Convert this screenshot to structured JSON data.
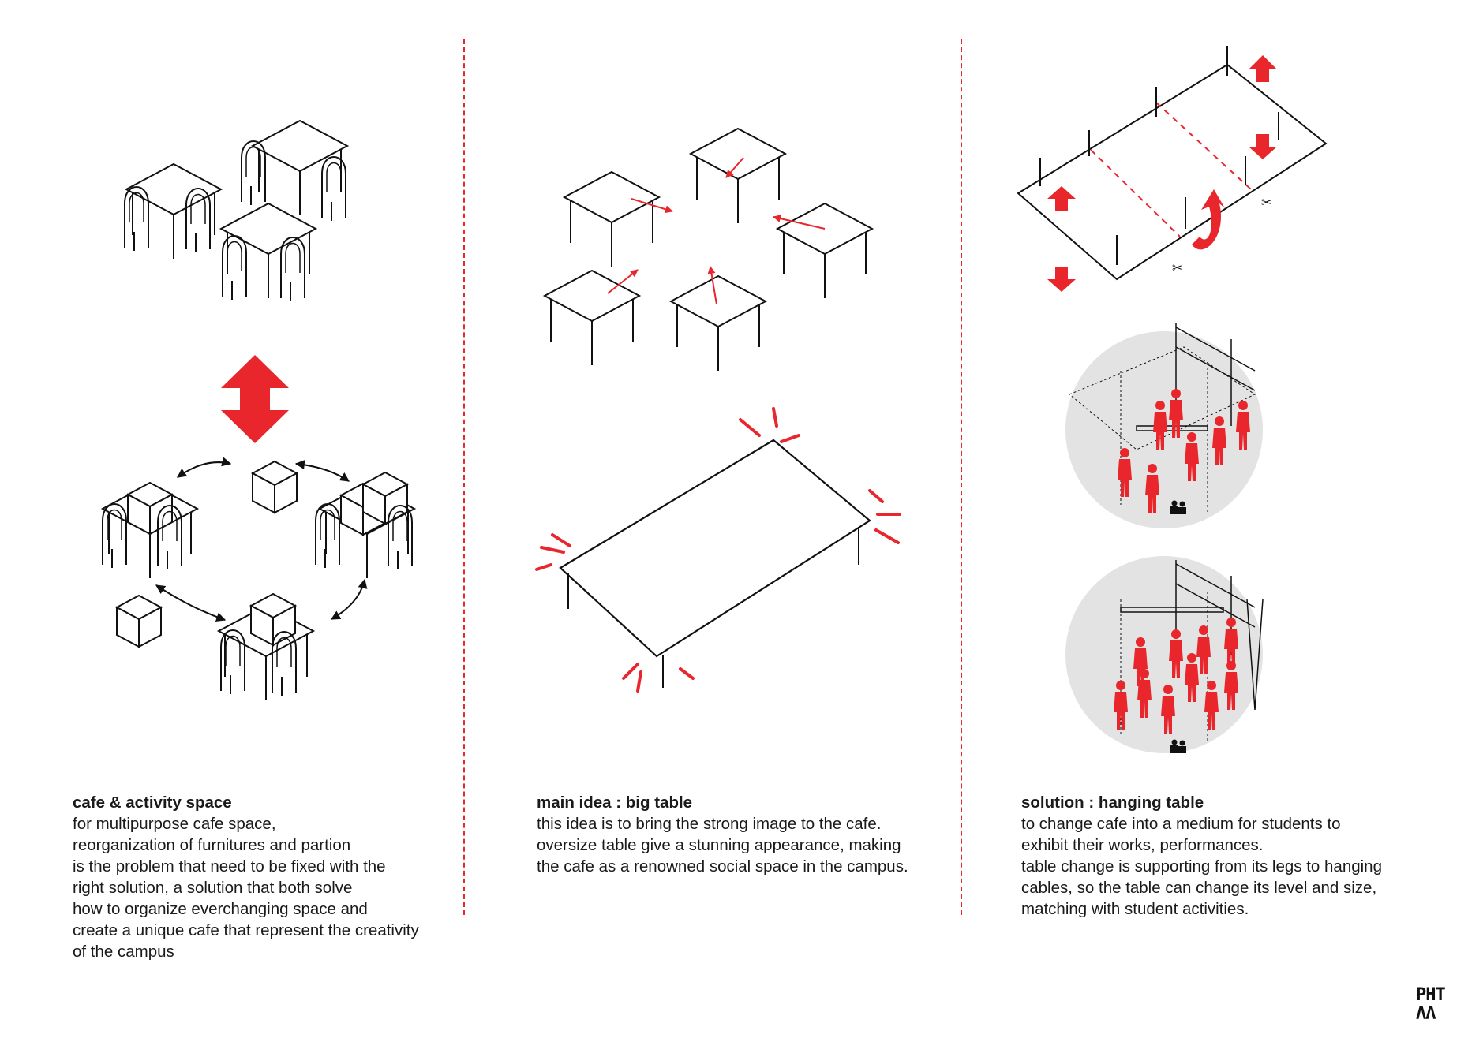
{
  "colors": {
    "accent": "#e8262b",
    "ink": "#111111",
    "shade": "#e3e3e3"
  },
  "panels": [
    {
      "title": "cafe & activity space",
      "lines": [
        "for multipurpose cafe space,",
        "reorganization of furnitures and partion",
        "is the problem that need to be fixed with the",
        "right solution, a solution that both solve",
        "how to organize everchanging space and",
        "create a unique cafe that represent the creativity",
        "of the campus"
      ]
    },
    {
      "title": "main idea : big table",
      "lines": [
        "this idea is to bring the strong image to the cafe.",
        "oversize table give a stunning appearance, making",
        "the cafe as a renowned social space in the campus."
      ]
    },
    {
      "title": "solution : hanging table",
      "lines": [
        "to change cafe into a medium for students to",
        "exhibit their works, performances.",
        "table change is supporting from its legs to hanging",
        "cables, so the table can change its level and size,",
        "matching with student activities."
      ]
    }
  ],
  "logo": {
    "top": "PHT",
    "bottom": "ΛΛ"
  }
}
